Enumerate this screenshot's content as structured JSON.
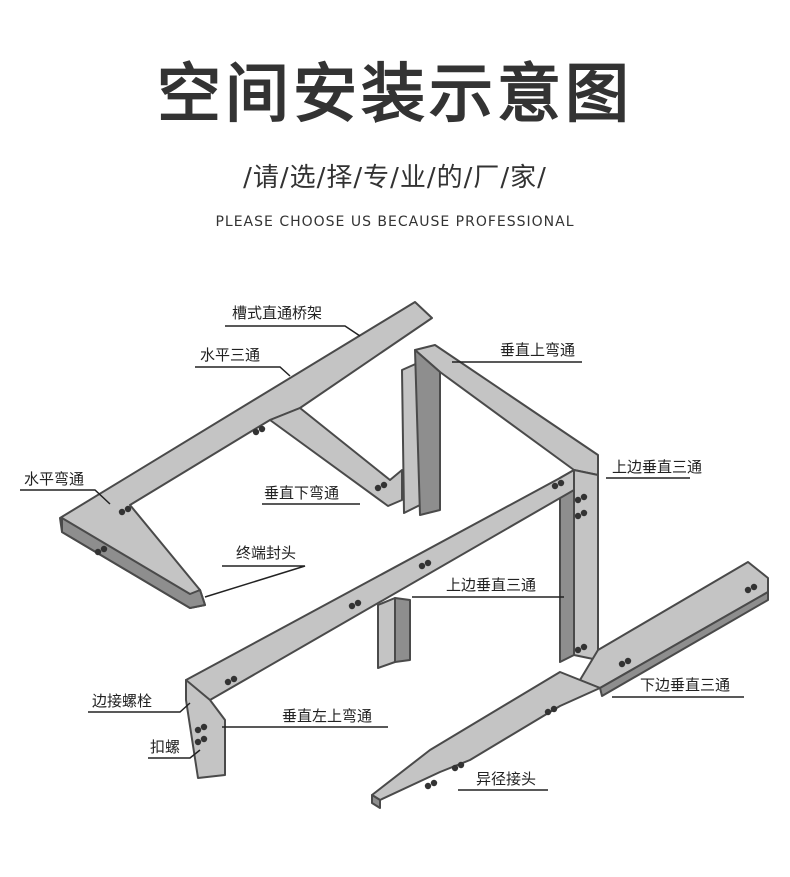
{
  "header": {
    "title": "空间安装示意图",
    "subtitle": "/请/选/择/专/业/的/厂/家/",
    "tagline": "PLEASE CHOOSE US BECAUSE PROFESSIONAL"
  },
  "labels": {
    "trough_straight": "槽式直通桥架",
    "horizontal_tee": "水平三通",
    "vertical_up_elbow": "垂直上弯通",
    "horizontal_elbow": "水平弯通",
    "upper_vertical_tee_right": "上边垂直三通",
    "vertical_down_elbow": "垂直下弯通",
    "end_cap": "终端封头",
    "upper_vertical_tee_mid": "上边垂直三通",
    "side_bolt": "边接螺栓",
    "vertical_left_up_elbow": "垂直左上弯通",
    "lower_vertical_tee": "下边垂直三通",
    "nut": "扣螺",
    "reducer": "异径接头"
  },
  "colors": {
    "tray_fill": "#c4c4c4",
    "tray_side": "#8e8e8e",
    "tray_edge": "#4a4a4a",
    "text": "#333333"
  }
}
